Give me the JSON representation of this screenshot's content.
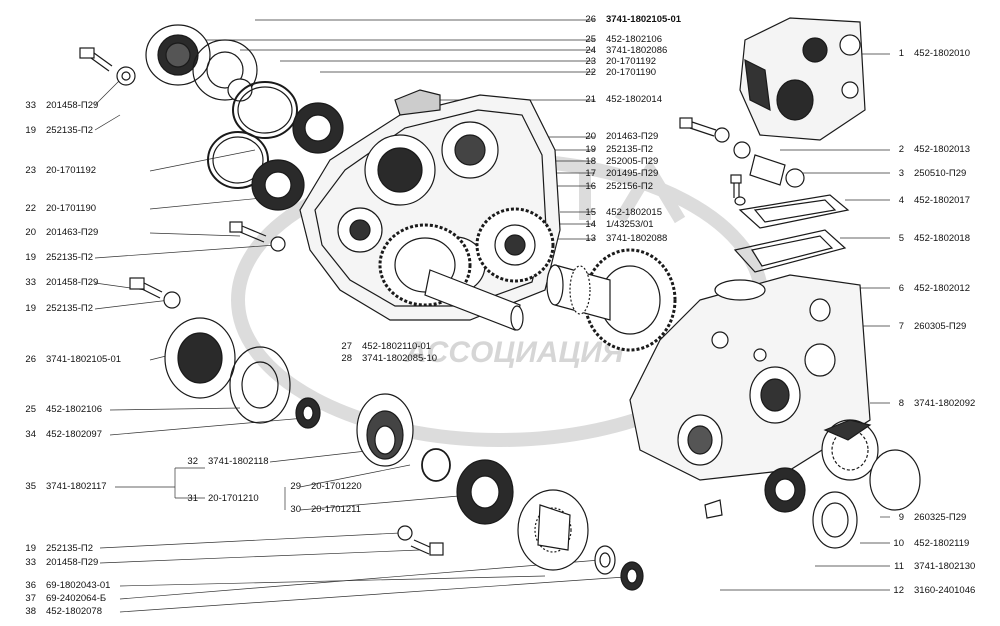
{
  "watermark": "ACCOЦИАЦИЯ",
  "colors": {
    "line": "#1a1a1a",
    "watermark": "#d9d9d9",
    "part_fill": "#f4f4f4",
    "dark": "#2a2a2a"
  },
  "left_labels": [
    {
      "num": "33",
      "part": "201458-П29"
    },
    {
      "num": "19",
      "part": "252135-П2"
    },
    {
      "num": "23",
      "part": "20-1701192"
    },
    {
      "num": "22",
      "part": "20-1701190"
    },
    {
      "num": "20",
      "part": "201463-П29"
    },
    {
      "num": "19",
      "part": "252135-П2"
    },
    {
      "num": "33",
      "part": "201458-П29"
    },
    {
      "num": "19",
      "part": "252135-П2"
    },
    {
      "num": "26",
      "part": "3741-1802105-01"
    },
    {
      "num": "25",
      "part": "452-1802106"
    },
    {
      "num": "34",
      "part": "452-1802097"
    },
    {
      "num": "35",
      "part": "3741-1802117"
    },
    {
      "num": "19",
      "part": "252135-П2"
    },
    {
      "num": "33",
      "part": "201458-П29"
    },
    {
      "num": "36",
      "part": "69-1802043-01"
    },
    {
      "num": "37",
      "part": "69-2402064-Б"
    },
    {
      "num": "38",
      "part": "452-1802078"
    }
  ],
  "top_center_labels": [
    {
      "num": "26",
      "part": "3741-1802105-01"
    },
    {
      "num": "25",
      "part": "452-1802106"
    },
    {
      "num": "24",
      "part": "3741-1802086"
    },
    {
      "num": "23",
      "part": "20-1701192"
    },
    {
      "num": "22",
      "part": "20-1701190"
    },
    {
      "num": "21",
      "part": "452-1802014"
    },
    {
      "num": "20",
      "part": "201463-П29"
    },
    {
      "num": "19",
      "part": "252135-П2"
    },
    {
      "num": "18",
      "part": "252005-П29"
    },
    {
      "num": "17",
      "part": "201495-П29"
    },
    {
      "num": "16",
      "part": "252156-П2"
    },
    {
      "num": "15",
      "part": "452-1802015"
    },
    {
      "num": "14",
      "part": "1/43253/01"
    },
    {
      "num": "13",
      "part": "3741-1802088"
    }
  ],
  "right_labels": [
    {
      "num": "1",
      "part": "452-1802010"
    },
    {
      "num": "2",
      "part": "452-1802013"
    },
    {
      "num": "3",
      "part": "250510-П29"
    },
    {
      "num": "4",
      "part": "452-1802017"
    },
    {
      "num": "5",
      "part": "452-1802018"
    },
    {
      "num": "6",
      "part": "452-1802012"
    },
    {
      "num": "7",
      "part": "260305-П29"
    },
    {
      "num": "8",
      "part": "3741-1802092"
    },
    {
      "num": "9",
      "part": "260325-П29"
    },
    {
      "num": "10",
      "part": "452-1802119"
    },
    {
      "num": "11",
      "part": "3741-1802130"
    },
    {
      "num": "12",
      "part": "3160-2401046"
    }
  ],
  "center_labels": [
    {
      "num": "27",
      "part": "452-1802110-01"
    },
    {
      "num": "28",
      "part": "3741-1802085-10"
    }
  ],
  "bracket_labels": {
    "b32": {
      "num": "32",
      "part": "3741-1802118"
    },
    "b31": {
      "num": "31",
      "part": "20-1701210"
    },
    "b29": {
      "num": "29",
      "part": "20-1701220"
    },
    "b30": {
      "num": "30",
      "part": "20-1701211"
    }
  }
}
